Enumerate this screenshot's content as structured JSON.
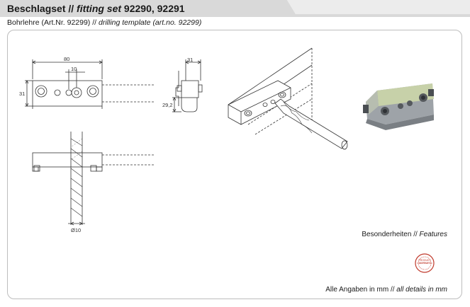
{
  "header": {
    "title_plain": "Beschlagset // ",
    "title_italic": "fitting set",
    "title_numbers": " 92290, 92291",
    "subtitle_plain": "Bohrlehre (Art.Nr. 92299) // ",
    "subtitle_italic": "drilling template (art.no. 92299)"
  },
  "dimensions": {
    "width_80": "80",
    "offset_10": "10",
    "height_31_left": "31",
    "depth_31_right": "31",
    "height_29_2": "29,2",
    "diameter_10": "Ø10"
  },
  "stamp": {
    "text": "PRODUKT GEPRÜFT"
  },
  "footer": {
    "features_plain": "Besonderheiten  //  ",
    "features_italic": "Features",
    "details_plain": "Alle Angaben in mm  // ",
    "details_italic": "all details in mm"
  },
  "colors": {
    "header_bar": "#d9d9d9",
    "frame_border": "#bdbdbd",
    "stamp_red": "#c0392b",
    "block_green": "#c7d1a9",
    "block_gray": "#9ea3a8"
  }
}
